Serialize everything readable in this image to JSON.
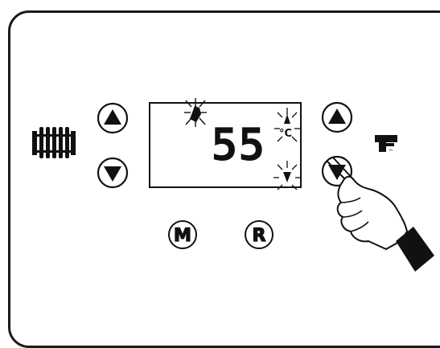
{
  "display": {
    "temperature": "55",
    "unit": "°C"
  },
  "buttons": {
    "menu_label": "M",
    "reset_label": "R"
  },
  "icons": {
    "left": "radiator-icon",
    "right": "tap-icon",
    "pointer": "pointing-hand-icon"
  }
}
